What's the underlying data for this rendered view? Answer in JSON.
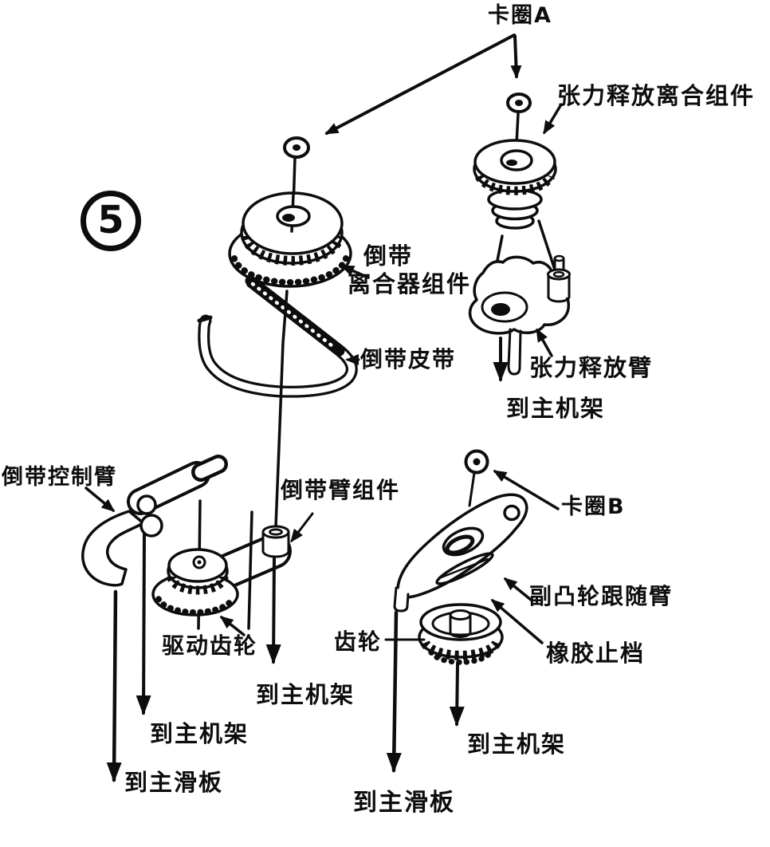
{
  "figure": {
    "number": "5",
    "ink_color": "#0d0d0d",
    "paper_color": "#ffffff",
    "labels": {
      "retaining_ring_a": "卡圈A",
      "tension_release_clutch_assembly": "张力释放离合组件",
      "rewind_clutch_line1": "倒带",
      "rewind_clutch_line2": "离合器组件",
      "rewind_belt": "倒带皮带",
      "tension_release_arm": "张力释放臂",
      "to_main_chassis_tension_arm": "到主机架",
      "rewind_control_arm": "倒带控制臂",
      "rewind_arm_assembly": "倒带臂组件",
      "retaining_ring_b": "卡圈B",
      "drive_gear": "驱动齿轮",
      "sub_cam_follower_arm": "副凸轮跟随臂",
      "gear": "齿轮",
      "rubber_stop": "橡胶止档",
      "to_main_chassis_rewind_arm": "到主机架",
      "to_main_chassis_control_arm": "到主机架",
      "to_main_slide_control_arm": "到主滑板",
      "to_main_chassis_cam_gear": "到主机架",
      "to_main_slide_cam_arm": "到主滑板"
    }
  }
}
